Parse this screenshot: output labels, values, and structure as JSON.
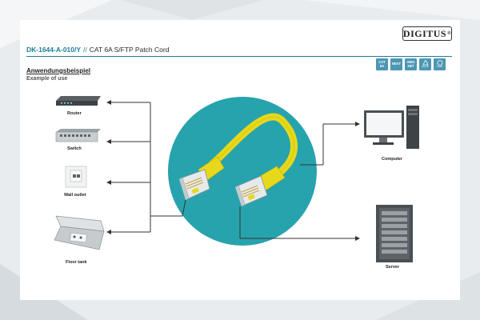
{
  "brand": {
    "logo_text": "DIGITUS",
    "registered_mark": "®"
  },
  "header": {
    "code": "DK-1644-A-010/Y",
    "separator": "//",
    "description": "CAT 6A S/FTP Patch Cord"
  },
  "badges": [
    {
      "top": "CAT",
      "mid": "6A",
      "small": ""
    },
    {
      "top": "NEXT",
      "mid": "",
      "small": ""
    },
    {
      "top": "AWG",
      "mid": "26/7",
      "small": ""
    },
    {
      "top": "",
      "mid": "",
      "small": "RoHS"
    },
    {
      "top": "",
      "mid": "",
      "small": "LSZH"
    }
  ],
  "section": {
    "title_de": "Anwendungsbeispiel",
    "title_en": "Example of use"
  },
  "devices": {
    "router": "Router",
    "switch": "Switch",
    "wall_outlet": "Wall outlet",
    "floor_tank": "Floor tank",
    "computer": "Computer",
    "server": "Server"
  },
  "colors": {
    "accent": "#1d7e9a",
    "circle": "#27a3ad",
    "cable": "#e8d81c",
    "badge": "#4c97b3"
  }
}
